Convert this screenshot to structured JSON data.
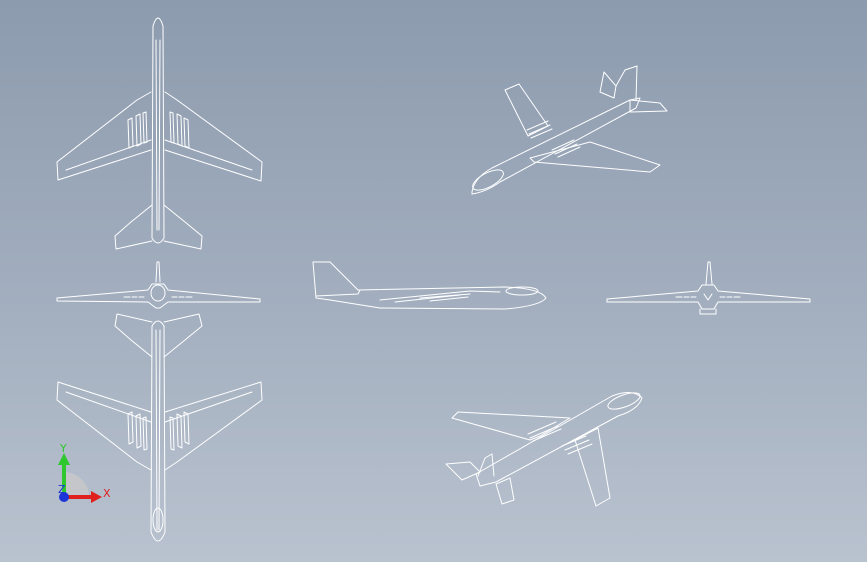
{
  "viewport": {
    "background_top": "#8c9bae",
    "background_bottom": "#b9c2cf",
    "line_color": "#ffffff"
  },
  "views": [
    {
      "name": "top-view"
    },
    {
      "name": "front-view"
    },
    {
      "name": "side-view"
    },
    {
      "name": "rear-view"
    },
    {
      "name": "bottom-view"
    },
    {
      "name": "isometric-view-upper"
    },
    {
      "name": "isometric-view-lower"
    }
  ],
  "triad": {
    "x_label": "X",
    "y_label": "Y",
    "z_label": "Z",
    "x_color": "#e0201c",
    "y_color": "#2ec82e",
    "z_color": "#1d35d6"
  }
}
